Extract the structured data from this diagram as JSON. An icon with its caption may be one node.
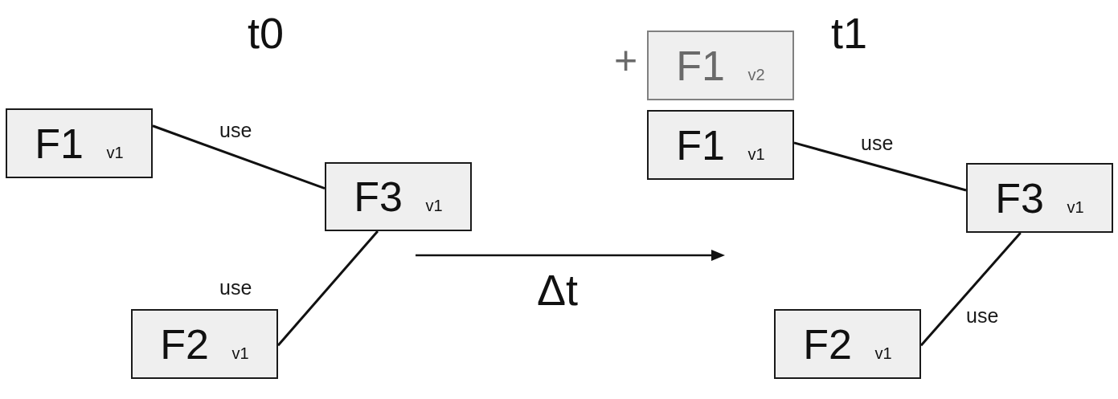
{
  "diagram": {
    "nodes": [
      {
        "text": [
          "F1 $_{v1}$"
        ]
      },
      {
        "text": [
          "F3 $_{v1}$"
        ]
      },
      {
        "text": [
          "F2 $_{v1}$"
        ]
      },
      {
        "text": [
          "F1 $_{v2}$"
        ]
      },
      {
        "text": [
          "F1 $_{v1}$"
        ]
      },
      {
        "text": [
          "F3 $_{v1}$"
        ]
      },
      {
        "text": [
          "F2 $_{v1}$"
        ]
      }
    ],
    "edges": [
      {
        "from": 0,
        "to": 1,
        "arrow": "none",
        "label": "use"
      },
      {
        "from": 2,
        "to": 1,
        "arrow": "none",
        "label": "use"
      },
      {
        "from": 4,
        "to": 5,
        "arrow": "none",
        "label": "use"
      },
      {
        "from": 6,
        "to": 5,
        "arrow": "none",
        "label": "use"
      }
    ],
    "labels": [
      "t0",
      "t1",
      "+",
      "Δt"
    ]
  }
}
